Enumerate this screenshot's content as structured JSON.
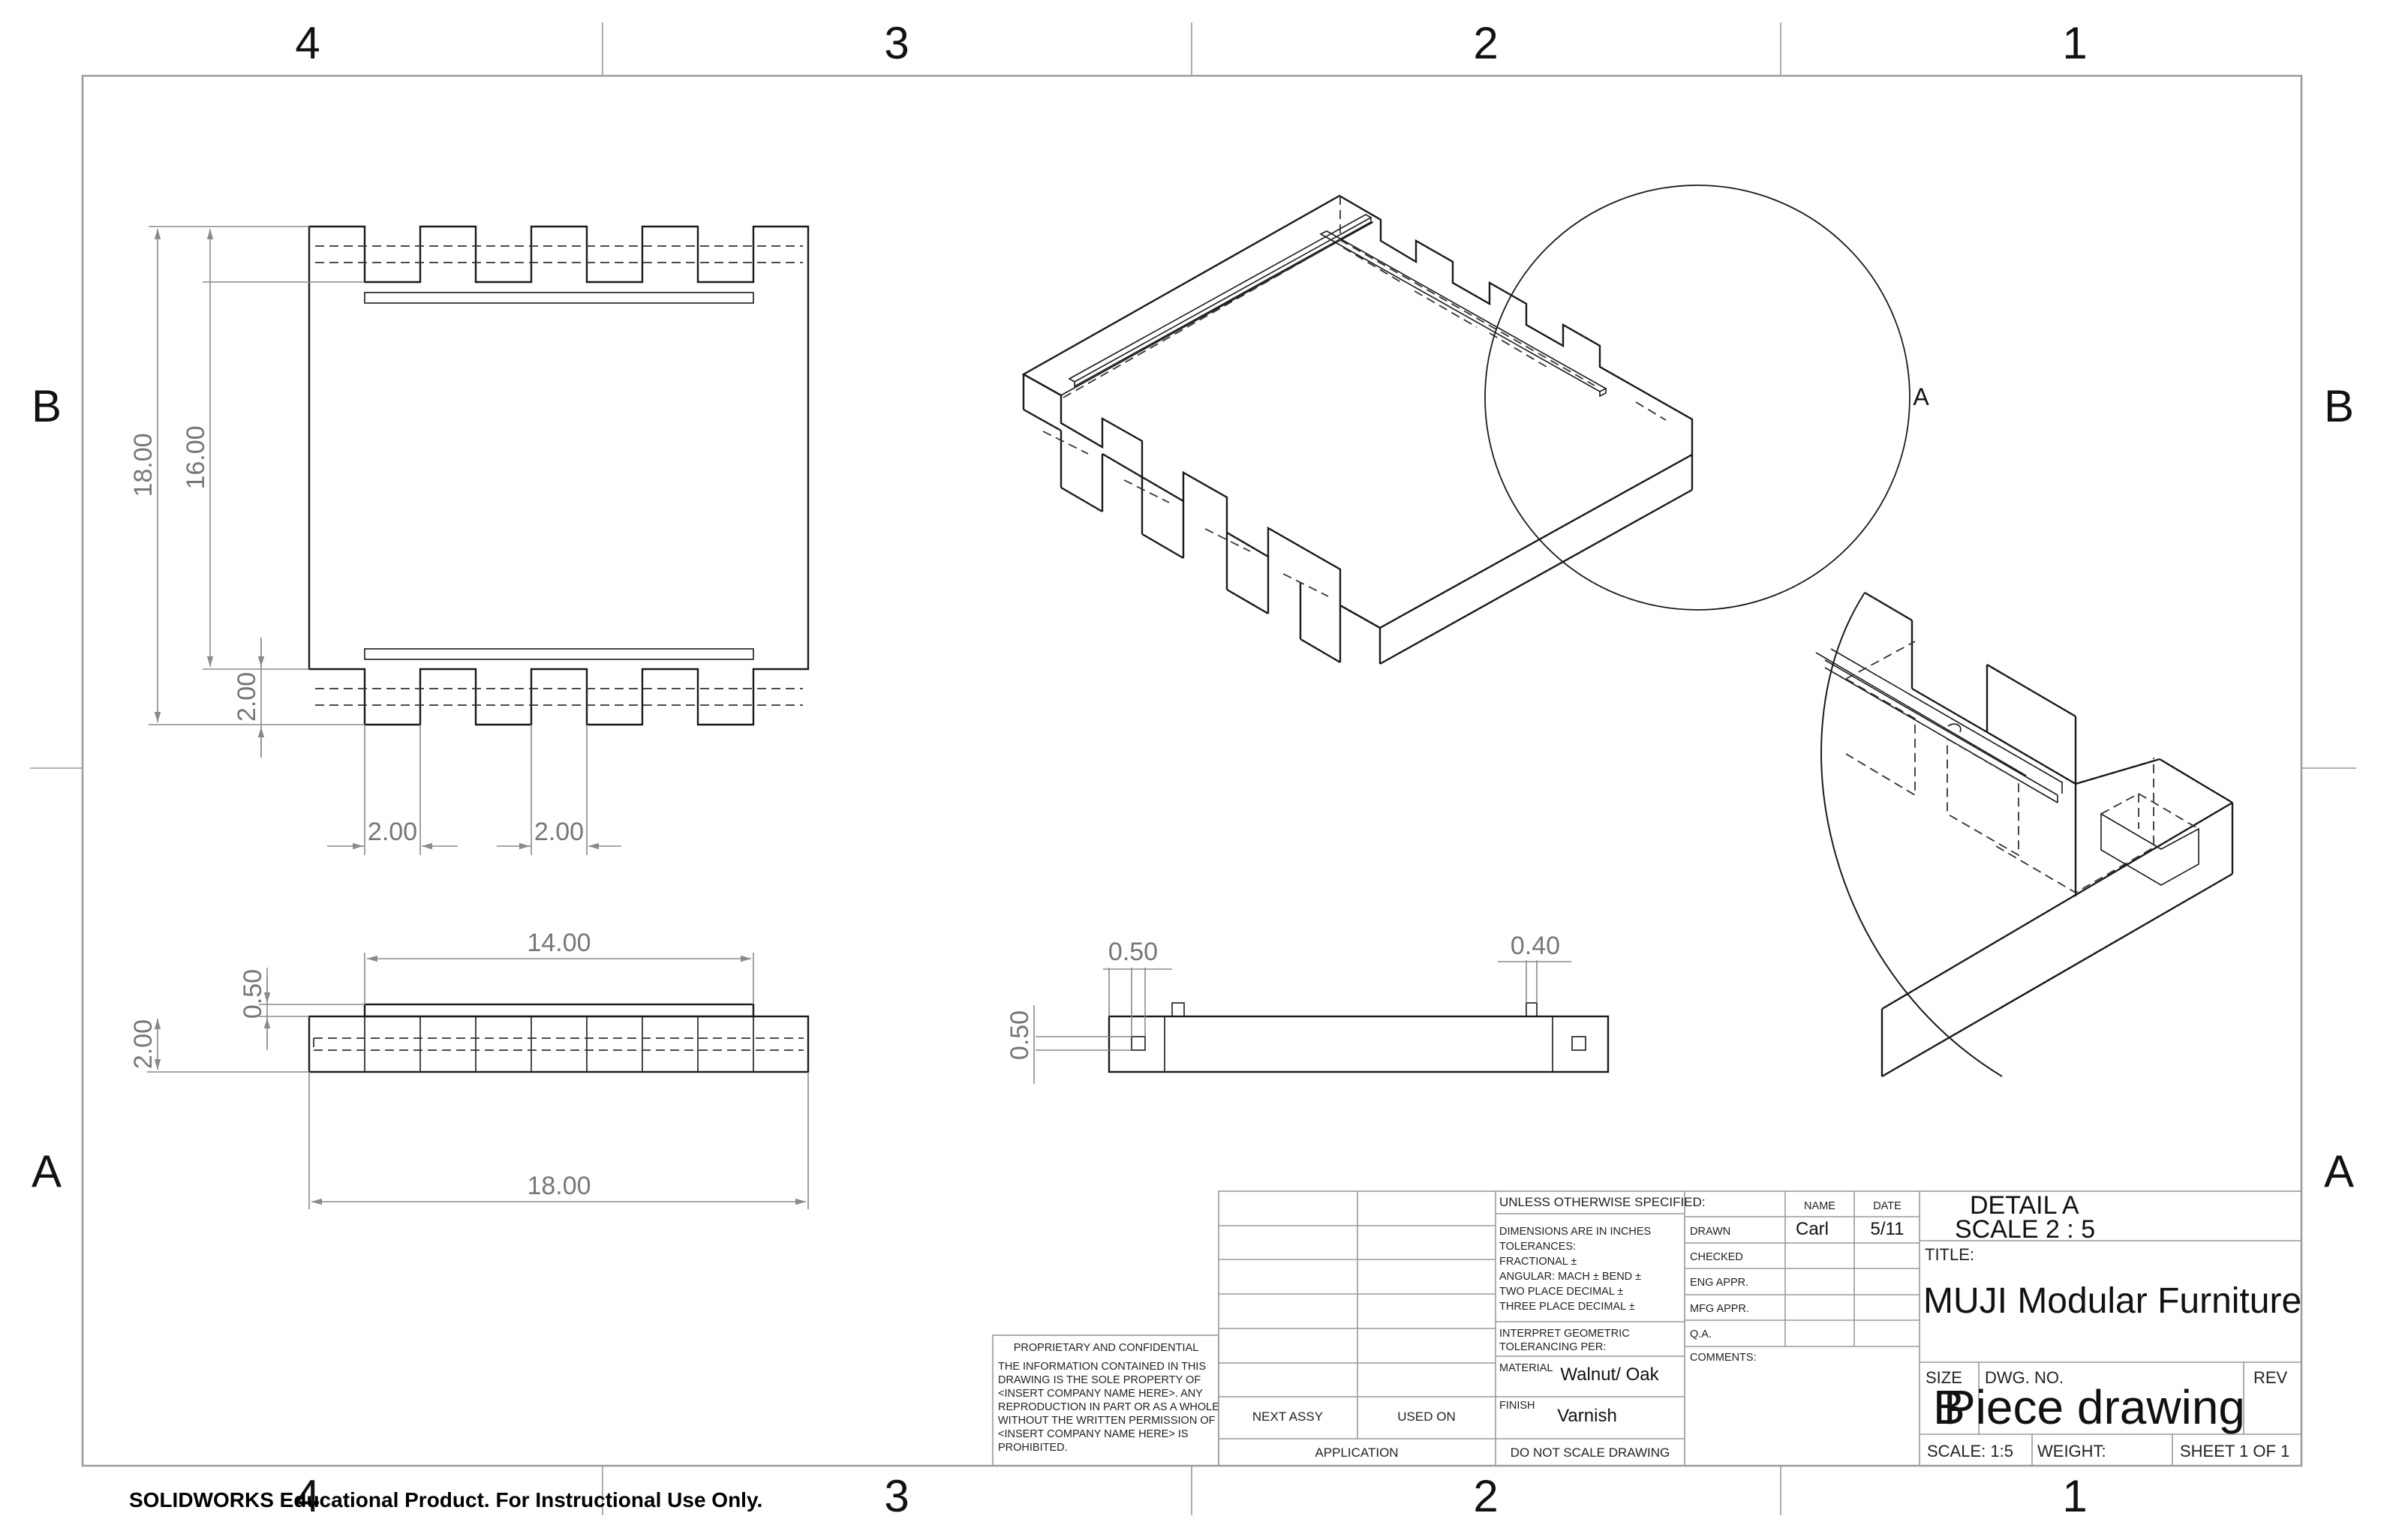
{
  "zones": {
    "columns": [
      "4",
      "3",
      "2",
      "1"
    ],
    "rows": [
      "B",
      "A"
    ]
  },
  "dimensions": {
    "top_view": {
      "overall_height": "18.00",
      "inner_height": "16.00",
      "tab_height": "2.00",
      "tab_width_1": "2.00",
      "tab_width_2": "2.00"
    },
    "front_view": {
      "rail_length": "14.00",
      "rail_height": "0.50",
      "thickness": "2.00",
      "overall_width": "18.00"
    },
    "side_view": {
      "left_width": "0.50",
      "right_width": "0.40",
      "left_height": "0.50"
    }
  },
  "detail_callout": {
    "label": "A"
  },
  "title_block": {
    "proprietary": {
      "heading": "PROPRIETARY AND CONFIDENTIAL",
      "lines": [
        "THE INFORMATION CONTAINED IN THIS",
        "DRAWING IS THE SOLE PROPERTY OF",
        "<INSERT COMPANY NAME HERE>.  ANY",
        "REPRODUCTION IN PART OR AS A WHOLE",
        "WITHOUT THE WRITTEN PERMISSION OF",
        "<INSERT COMPANY NAME HERE> IS",
        "PROHIBITED."
      ]
    },
    "next_assy": "NEXT ASSY",
    "used_on": "USED ON",
    "application": "APPLICATION",
    "unless_specified": "UNLESS OTHERWISE SPECIFIED:",
    "tolerance_lines": [
      "DIMENSIONS ARE IN INCHES",
      "TOLERANCES:",
      "FRACTIONAL ±",
      "ANGULAR: MACH ±    BEND ±",
      "TWO PLACE DECIMAL    ±",
      "THREE PLACE DECIMAL  ±"
    ],
    "interpret_lines": [
      "INTERPRET GEOMETRIC",
      "TOLERANCING PER:"
    ],
    "material_label": "MATERIAL",
    "material": "Walnut/ Oak",
    "finish_label": "FINISH",
    "finish": "Varnish",
    "do_not_scale": "DO NOT SCALE DRAWING",
    "name_header": "NAME",
    "date_header": "DATE",
    "drawn_label": "DRAWN",
    "drawn_name": "Carl",
    "drawn_date": "5/11",
    "checked_label": "CHECKED",
    "eng_appr_label": "ENG APPR.",
    "mfg_appr_label": "MFG APPR.",
    "qa_label": "Q.A.",
    "comments_label": "COMMENTS:",
    "detail_title": "DETAIL A",
    "detail_scale": "SCALE 2 : 5",
    "title_label": "TITLE:",
    "title": "MUJI Modular Furniture",
    "size_label": "SIZE",
    "size": "B",
    "dwg_no_label": "DWG.  NO.",
    "dwg_no": "Piece drawing",
    "rev_label": "REV",
    "scale": "SCALE: 1:5",
    "weight": "WEIGHT:",
    "sheet": "SHEET 1 OF 1"
  },
  "watermark": "SOLIDWORKS Educational Product. For Instructional Use Only."
}
